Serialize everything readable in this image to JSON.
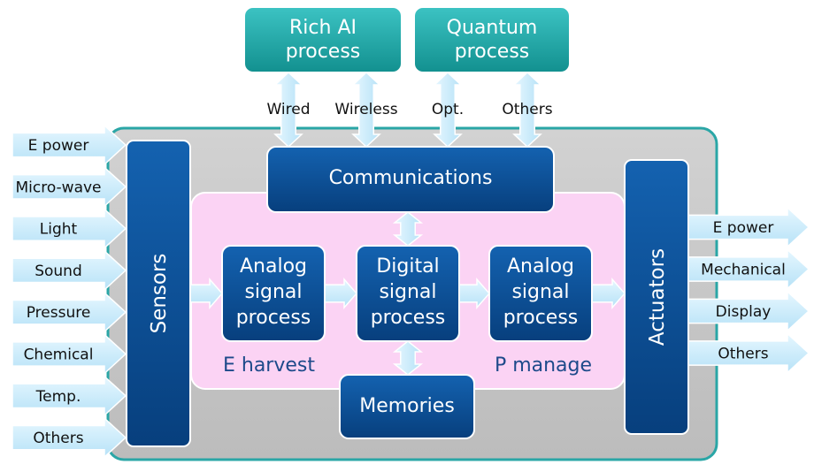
{
  "top_processes": {
    "rich_ai": [
      "Rich AI",
      "process"
    ],
    "quantum": [
      "Quantum",
      "process"
    ]
  },
  "links": {
    "wired": "Wired",
    "wireless": "Wireless",
    "optical": "Opt.",
    "others": "Others"
  },
  "communications": "Communications",
  "sensors": "Sensors",
  "actuators": "Actuators",
  "processing": {
    "analog_in": [
      "Analog",
      "signal",
      "process"
    ],
    "digital": [
      "Digital",
      "signal",
      "process"
    ],
    "analog_out": [
      "Analog",
      "signal",
      "process"
    ]
  },
  "e_harvest": "E harvest",
  "p_manage": "P manage",
  "memories": "Memories",
  "inputs": [
    "E power",
    "Micro-wave",
    "Light",
    "Sound",
    "Pressure",
    "Chemical",
    "Temp.",
    "Others"
  ],
  "outputs": [
    "E power",
    "Mechanical",
    "Display",
    "Others"
  ],
  "colors": {
    "teal": "#1aa3a3",
    "dark_blue": "#0a4f96",
    "pink": "#f9d1f4",
    "gray_panel": "#c9c9c9",
    "arrow_fill": "#cdeefd",
    "pink_text": "#1d4a8a"
  }
}
